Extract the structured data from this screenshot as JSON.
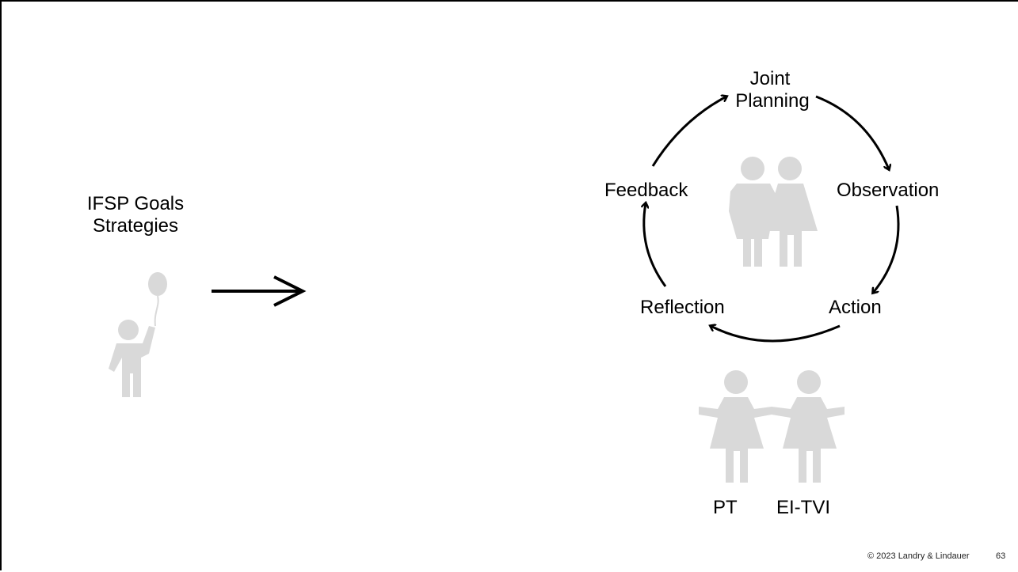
{
  "left": {
    "title_line1": "IFSP Goals",
    "title_line2": "Strategies"
  },
  "cycle": {
    "steps": [
      "Joint",
      "Planning",
      "Observation",
      "Action",
      "Reflection",
      "Feedback"
    ]
  },
  "people": {
    "left_label": "PT",
    "right_label": "EI-TVI"
  },
  "footer": {
    "copyright": "© 2023 Landry & Lindauer",
    "page_number": "63"
  },
  "colors": {
    "figure": "#d9d9d9",
    "text": "#000000",
    "arrow": "#000000"
  },
  "icons": [
    "child-with-balloon-icon",
    "couple-icon",
    "two-women-icon",
    "right-arrow-icon"
  ]
}
